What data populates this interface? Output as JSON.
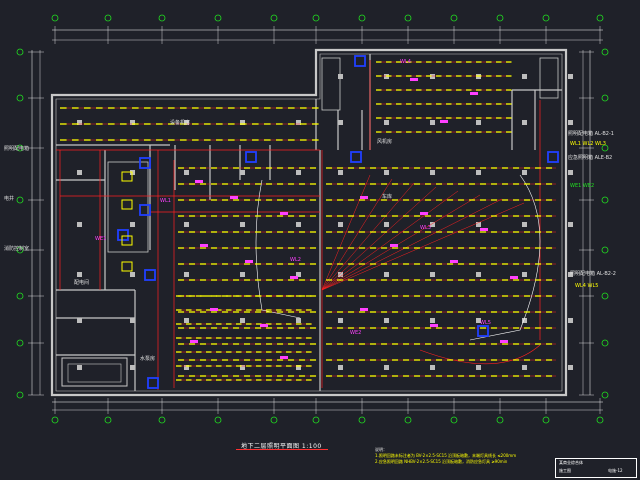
{
  "drawing": {
    "title": "地下二层照明平面图   1:100",
    "notes_heading": "说明：",
    "notes": [
      "1.照明回路未标注者为 BV-2×2.5-SC15 沿顶板暗敷，末端灯具线长 ≤200mm",
      "2.应急照明回路 NHBV-2×2.5-SC15 沿顶板暗敷，消防应急灯具 ≥90min"
    ]
  },
  "labels": {
    "left_panels": [
      "照明配电箱",
      "电井",
      "消防控制室",
      "配电间"
    ],
    "right_panels": [
      "照明配电箱 AL-B2-1",
      "WL1 WL2 WL3",
      "应急照明箱 ALE-B2",
      "WE1 WE2",
      "照明配电箱 AL-B2-2",
      "WL4 WL5"
    ],
    "circuit_tags": [
      "WL1",
      "WL2",
      "WL3",
      "WL4",
      "WL5",
      "WE1",
      "WE2"
    ],
    "area_tags": [
      "设备机房",
      "车库",
      "风机房",
      "水泵房"
    ]
  },
  "title_block": {
    "project": "某商业综合体",
    "sheet": "电施-12",
    "stage": "施工图"
  },
  "colors": {
    "background": "#1f2129",
    "wall": "#c8c8c8",
    "dimension": "#ffffff",
    "axis_bubble": "#20e020",
    "circuit": "#ff2020",
    "fixture": "#ffff00",
    "tag": "#ff40ff",
    "emergency": "#2040ff",
    "column": "#bdbdbd"
  }
}
